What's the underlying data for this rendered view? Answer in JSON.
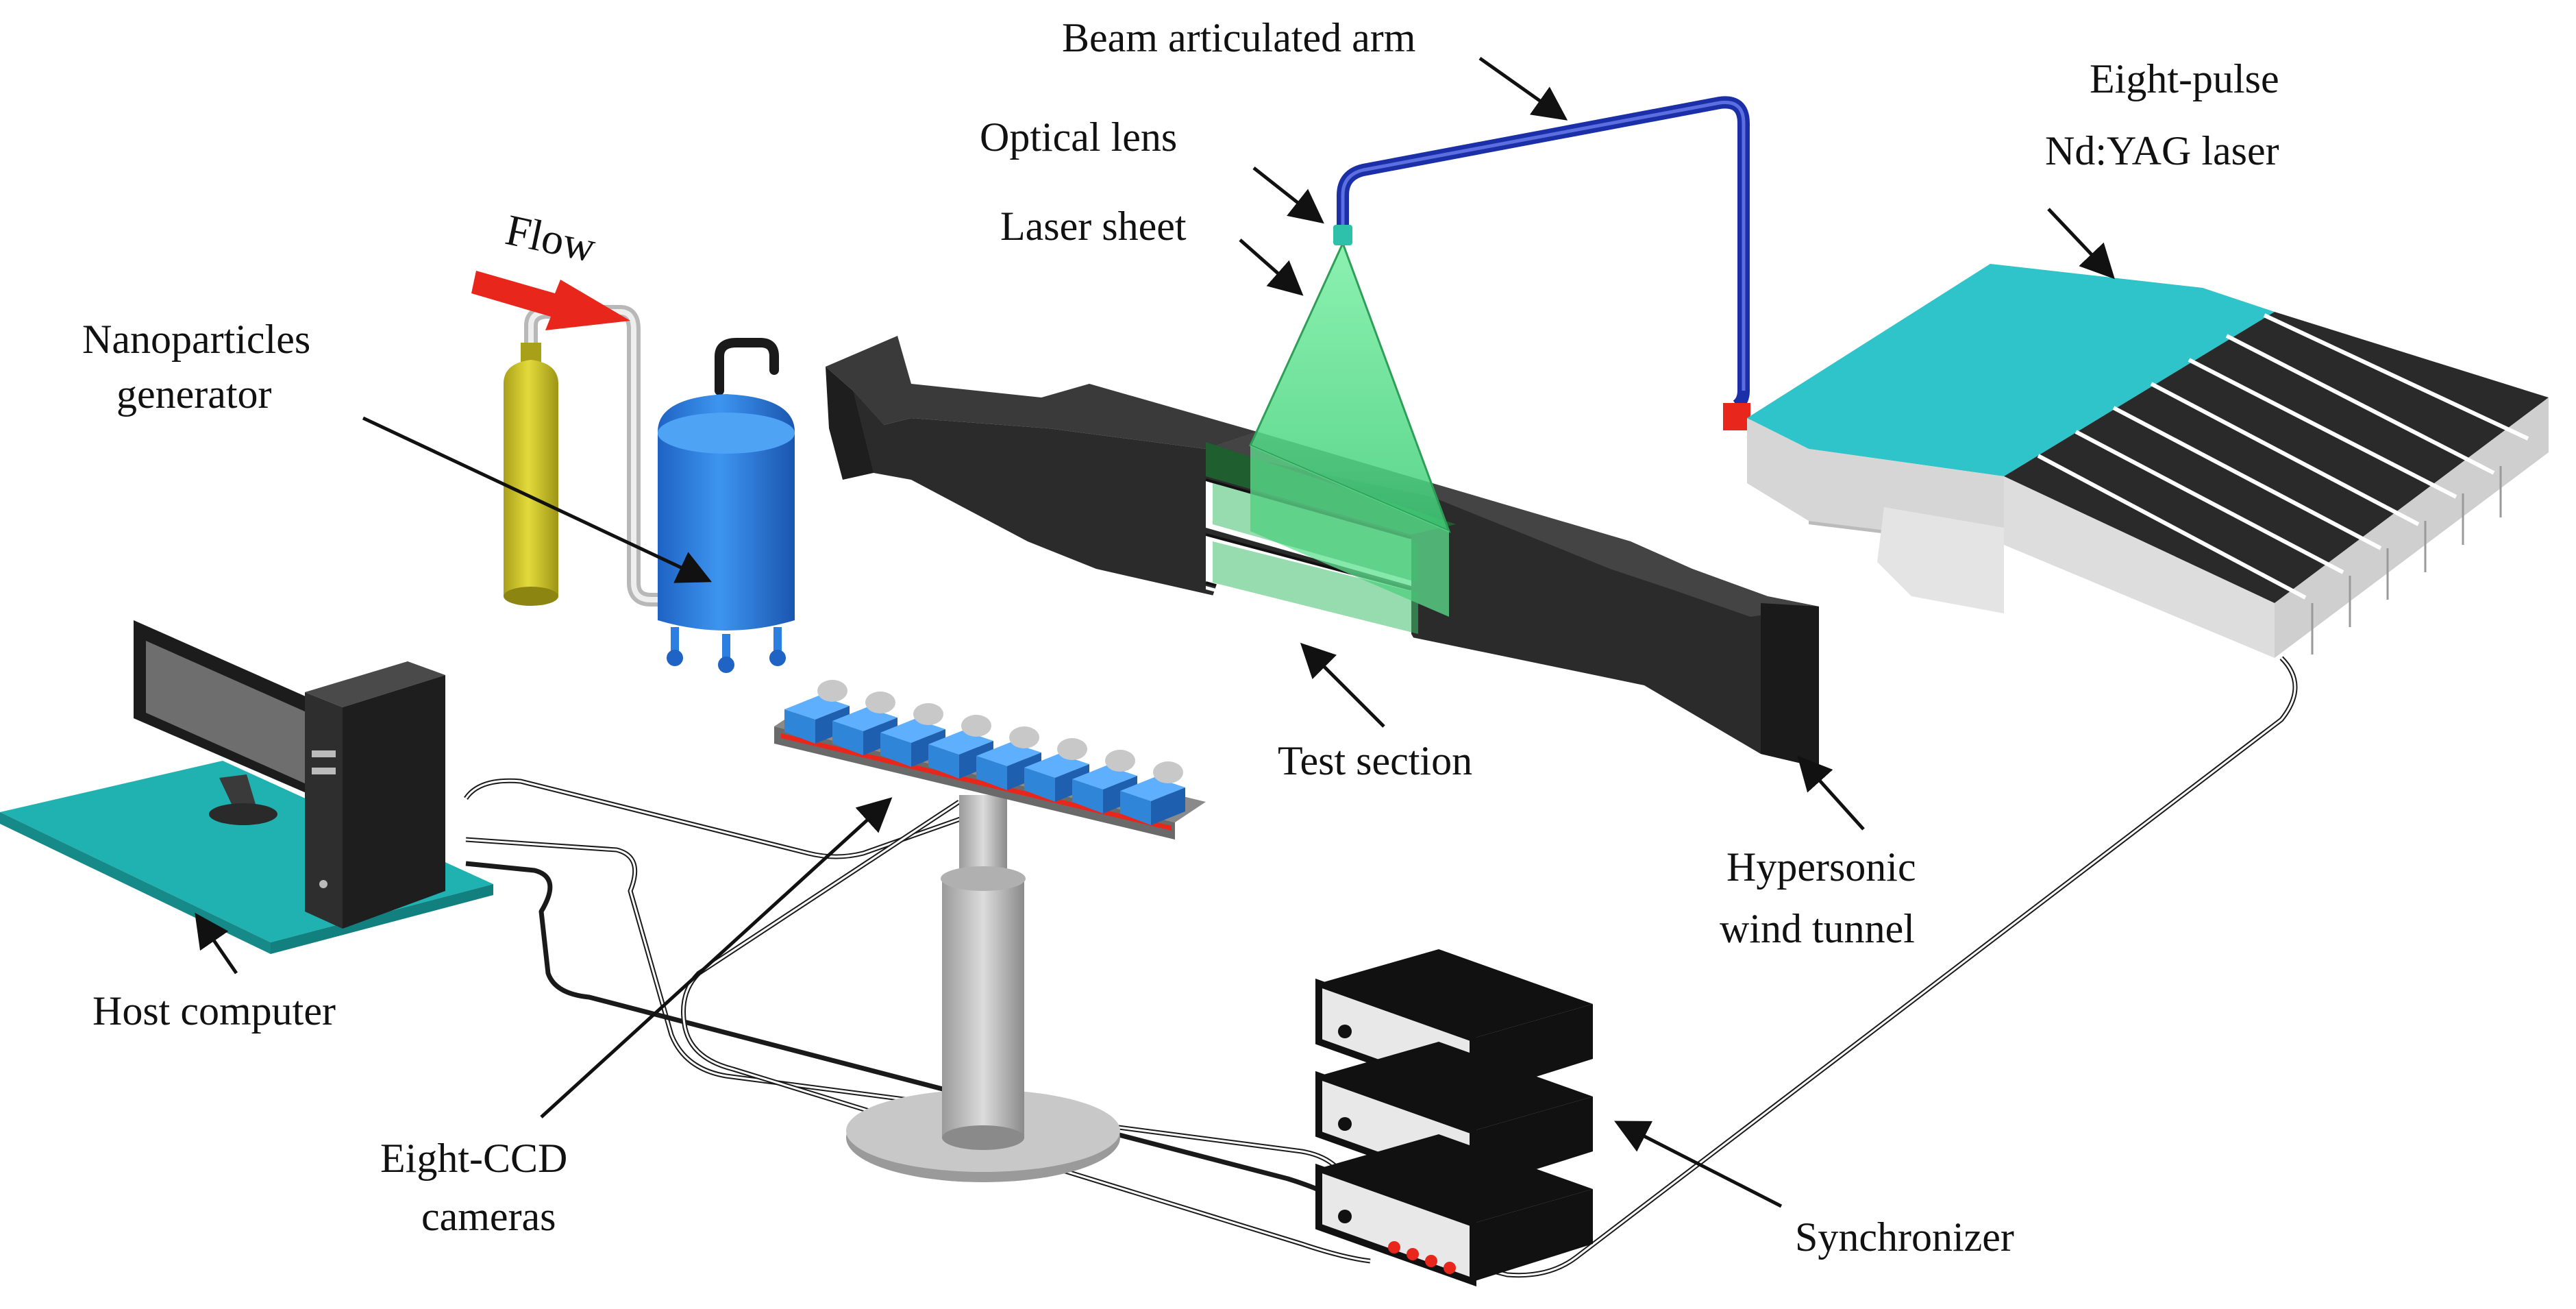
{
  "labels": {
    "beam_arm": "Beam articulated arm",
    "optical_lens": "Optical lens",
    "laser_sheet": "Laser sheet",
    "flow": "Flow",
    "nanoparticles_line1": "Nanoparticles",
    "nanoparticles_line2": "generator",
    "laser_line1": "Eight-pulse",
    "laser_line2": "Nd:YAG laser",
    "test_section": "Test section",
    "tunnel_line1": "Hypersonic",
    "tunnel_line2": "wind tunnel",
    "host_computer": "Host computer",
    "ccd_line1": "Eight-CCD",
    "ccd_line2": "cameras",
    "synchronizer": "Synchronizer"
  },
  "colors": {
    "tunnel": "#2b2b2b",
    "laser_sheet": "#5fe08f",
    "laser_body": "#2ec4c9",
    "beam_arm": "#1a2fa8",
    "flow_arrow": "#e8261b",
    "gas_bottle": "#d6cc2a",
    "tank": "#2a7fe0",
    "camera_body": "#2f86d8",
    "desk": "#1fb2b0"
  }
}
